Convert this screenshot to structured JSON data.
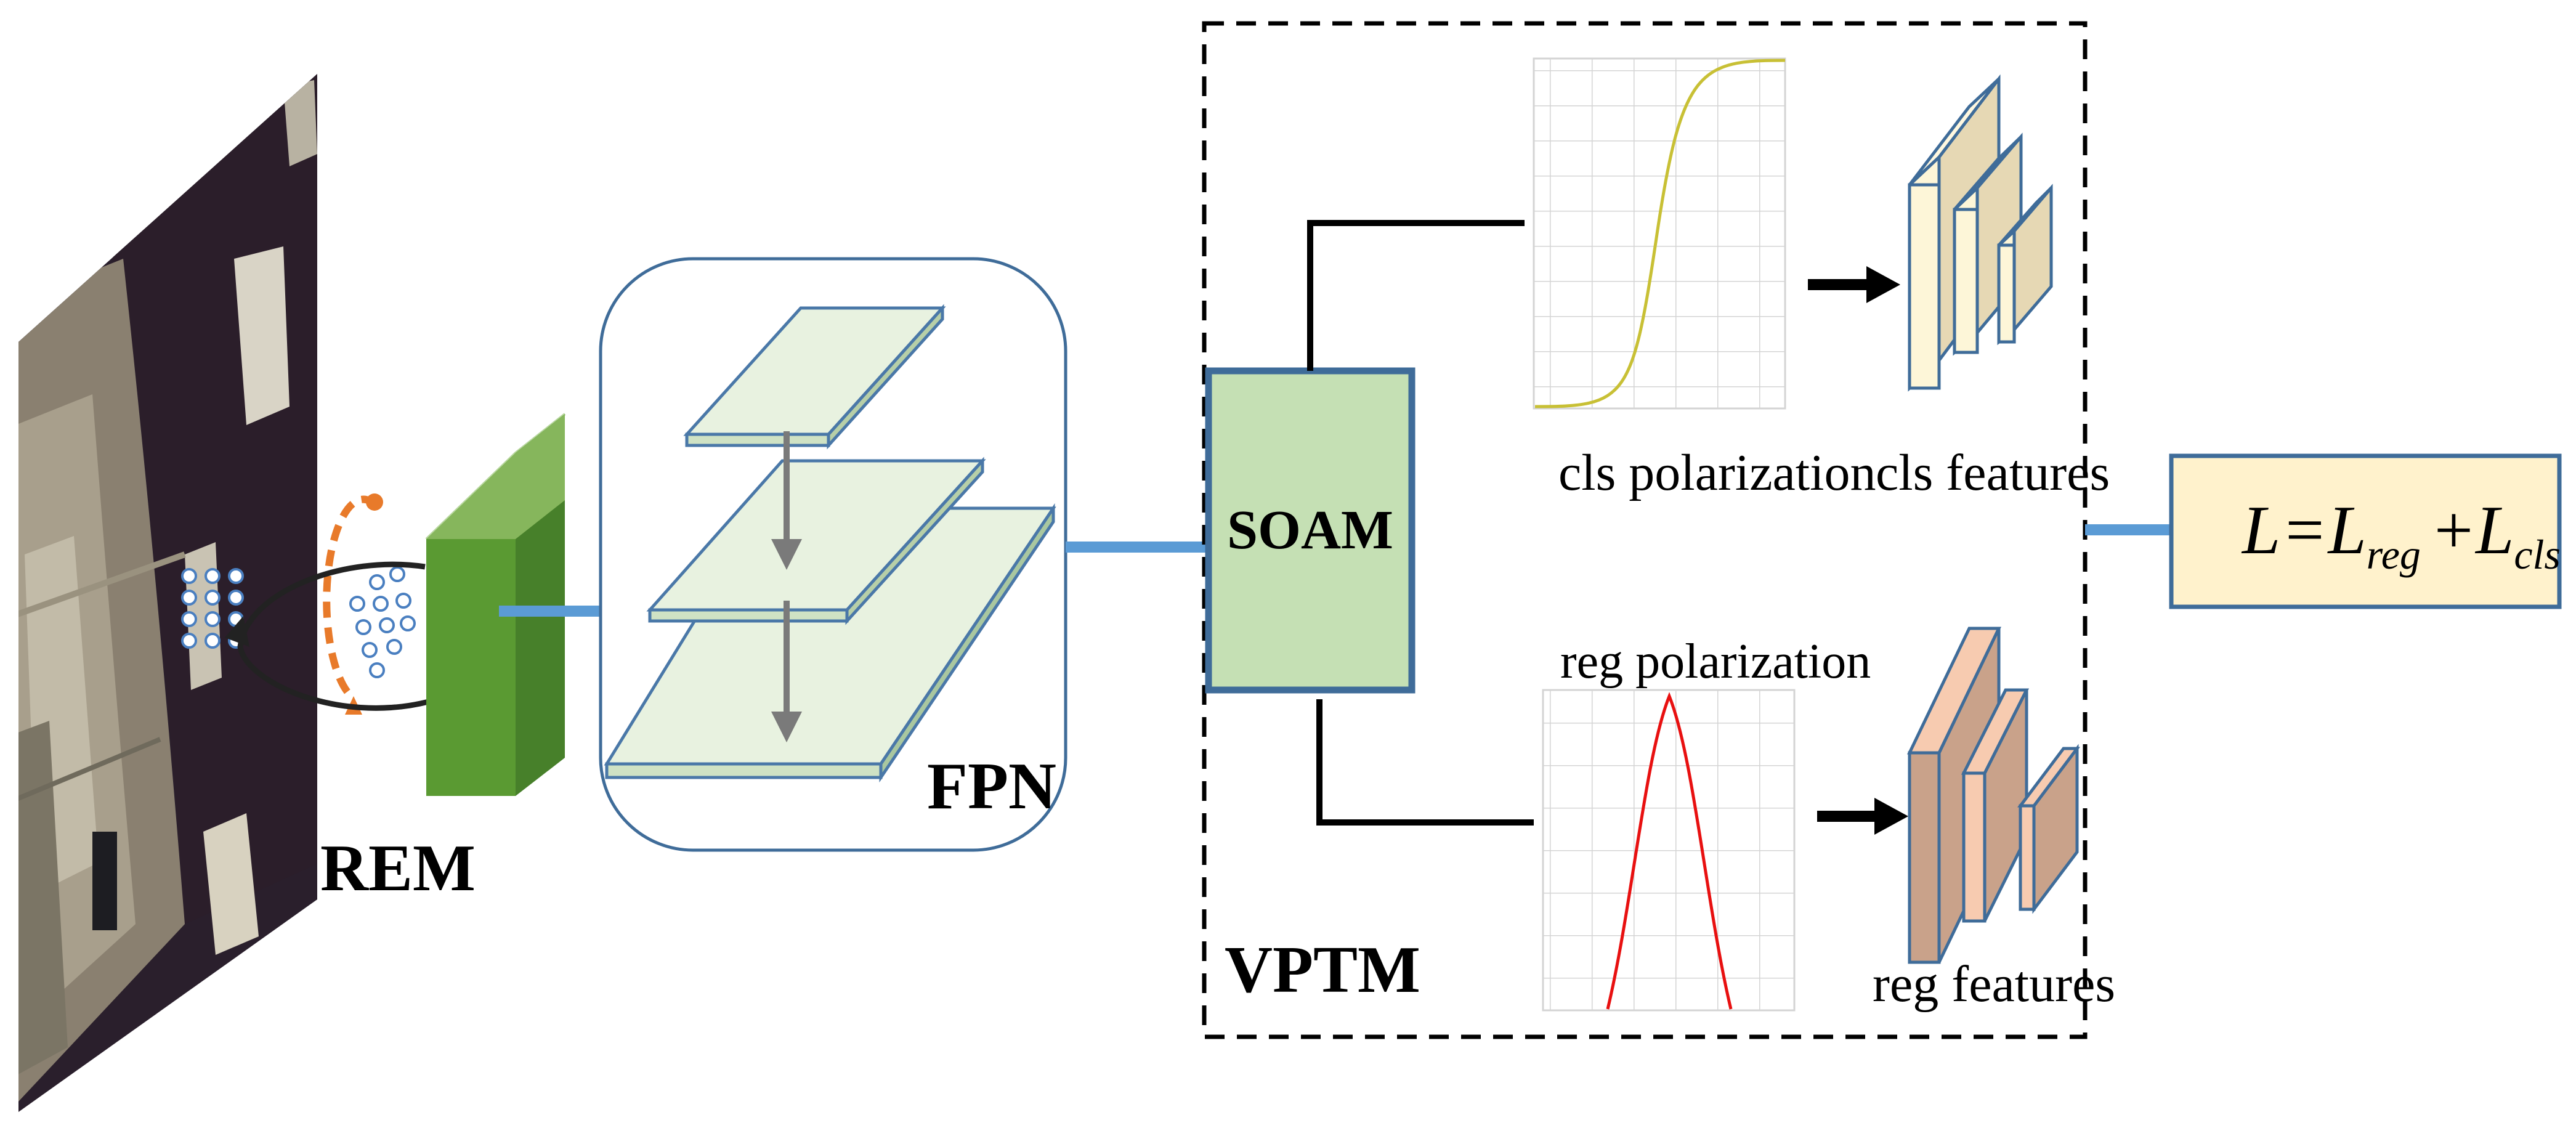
{
  "labels": {
    "rem": "REM",
    "fpn": "FPN",
    "soam": "SOAM",
    "vptm": "VPTM",
    "cls_polarization": "cls polarization",
    "cls_features": "cls features",
    "reg_polarization": "reg polarization",
    "reg_features": "reg features"
  },
  "loss": {
    "L": "L",
    "eq": "=",
    "L_reg": "L",
    "reg_sub": "reg",
    "plus": "+",
    "L_cls": "L",
    "cls_sub": "cls"
  },
  "colors": {
    "connector_blue": "#5b9bd5",
    "feature_green": "#5a8e32",
    "fpn_plane": "#e8f2e0",
    "soam_fill": "#c5e0b4",
    "cls_curve": "#c8c035",
    "reg_curve": "#e81010",
    "cls_feature_fill": "#e6d8b4",
    "reg_feature_fill": "#c9a28a",
    "loss_fill": "#fff2cc",
    "rotation_orange": "#e87a2a"
  },
  "icons": {
    "satellite_image": "aerial-harbor-image",
    "rotation": "rotation-arrows-icon"
  }
}
